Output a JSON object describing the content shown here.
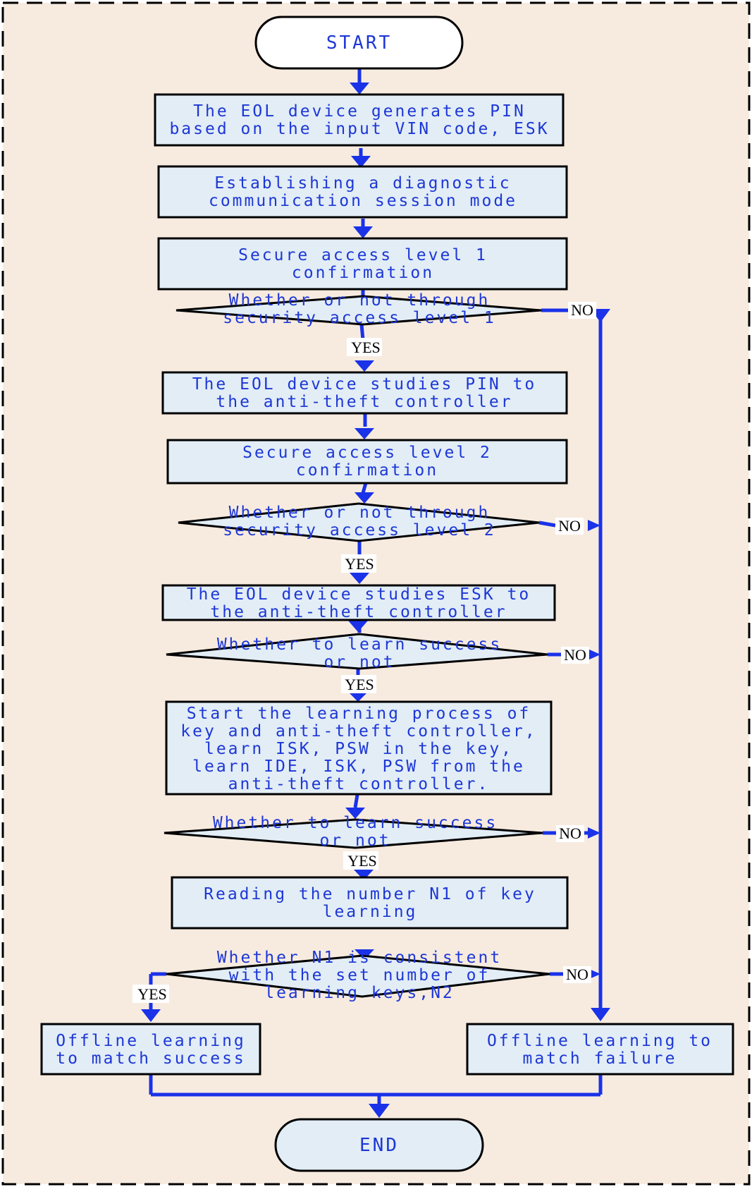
{
  "colors": {
    "background": "#f7ebe0",
    "box_fill": "#e2edf6",
    "flow_line": "#1a32e8",
    "text": "#1d37d6"
  },
  "start": "START",
  "end": "END",
  "steps": {
    "s1": [
      "The EOL device generates PIN",
      "based on the input VIN code, ESK"
    ],
    "s2": [
      "Establishing a diagnostic",
      "communication session mode"
    ],
    "s3": [
      "Secure access level 1",
      "confirmation"
    ],
    "d1": [
      "Whether or not through",
      "security access level 1"
    ],
    "s4": [
      "The EOL device studies PIN to",
      "the anti-theft controller"
    ],
    "s5": [
      "Secure access level 2",
      "confirmation"
    ],
    "d2": [
      "Whether or not through",
      "security access level 2"
    ],
    "s6": [
      "The EOL device studies ESK to",
      "the anti-theft controller"
    ],
    "d3": [
      "Whether to learn success",
      "or not"
    ],
    "s7": [
      "Start the learning process of",
      "key and anti-theft controller,",
      "learn ISK, PSW in the key,",
      "learn IDE, ISK, PSW from the",
      "anti-theft controller."
    ],
    "d4": [
      "Whether to learn success",
      "or not"
    ],
    "s8": [
      "Reading the number N1 of key",
      "learning"
    ],
    "d5": [
      "Whether N1 is consistent",
      "with the set number of",
      "learning keys,N2"
    ],
    "success": [
      "Offline learning",
      "to match success"
    ],
    "failure": [
      "Offline learning to",
      "match failure"
    ]
  },
  "labels": {
    "yes": "YES",
    "no": "NO"
  }
}
